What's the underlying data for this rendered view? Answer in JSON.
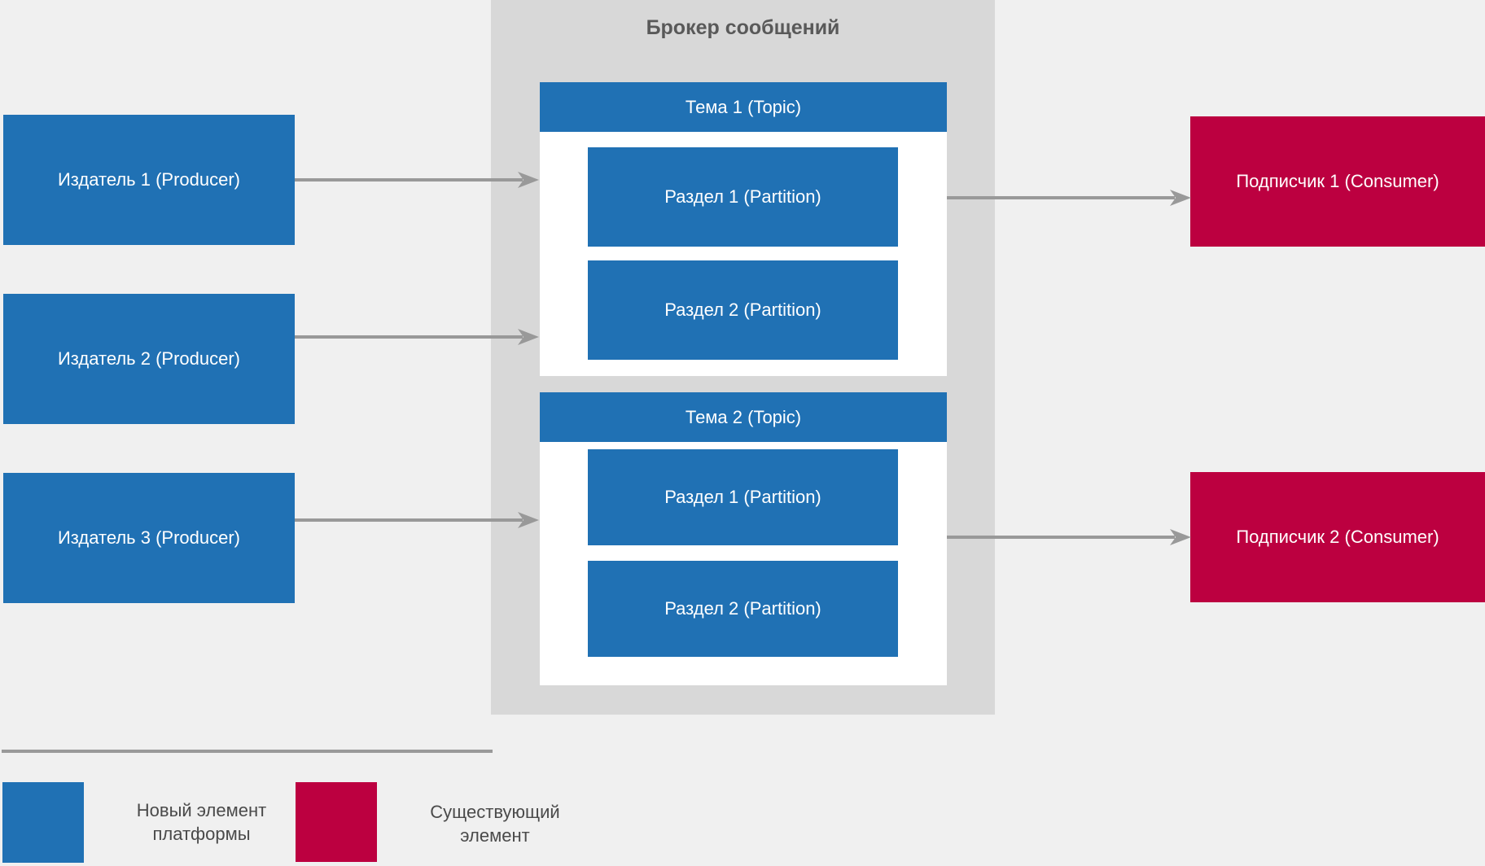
{
  "colors": {
    "background": "#F0F0F0",
    "broker_bg": "#D8D8D8",
    "blue": "#2071B4",
    "red": "#BC0040",
    "arrow": "#999999",
    "title_text": "#595959",
    "legend_text": "#4A4A4A",
    "white": "#FFFFFF"
  },
  "broker": {
    "title": "Брокер сообщений",
    "topics": [
      {
        "label": "Тема 1 (Topic)",
        "partitions": [
          "Раздел 1 (Partition)",
          "Раздел 2 (Partition)"
        ]
      },
      {
        "label": "Тема 2 (Topic)",
        "partitions": [
          "Раздел 1 (Partition)",
          "Раздел 2 (Partition)"
        ]
      }
    ]
  },
  "producers": [
    "Издатель 1 (Producer)",
    "Издатель 2 (Producer)",
    "Издатель 3 (Producer)"
  ],
  "consumers": [
    "Подписчик 1 (Consumer)",
    "Подписчик 2 (Consumer)"
  ],
  "legend": {
    "new_element": "Новый элемент платформы",
    "existing_element": "Существующий элемент"
  }
}
